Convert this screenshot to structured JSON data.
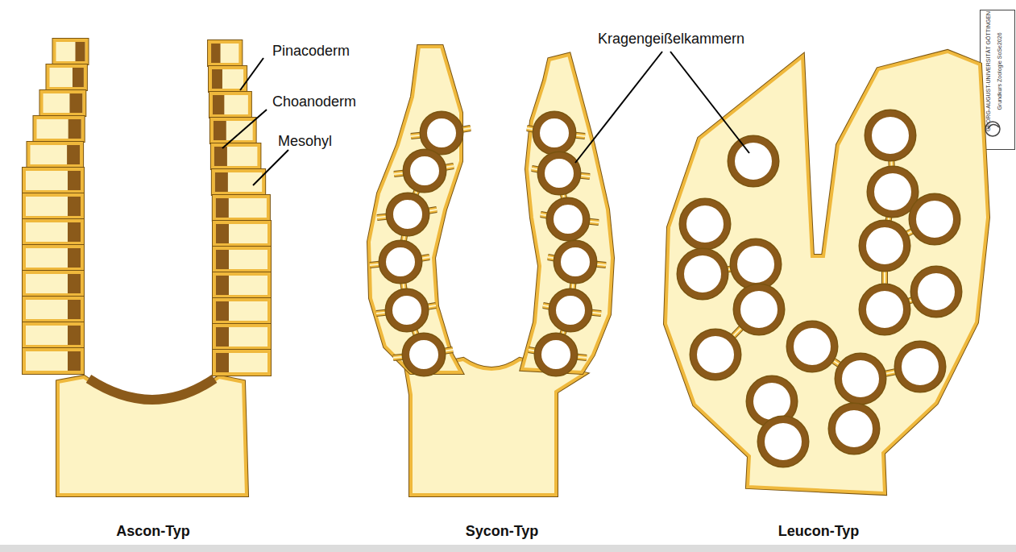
{
  "diagram": {
    "labels": [
      "Pinacoderm",
      "Choanoderm",
      "Mesohyl",
      "Kragengeißelkammern",
      "Ascon-Typ",
      "Sycon-Typ",
      "Leucon-Typ",
      "GEORG-AUGUST-UNIVERSITÄT GÖTTINGEN",
      "Grundkurs Zoologie SoSe2026"
    ]
  }
}
